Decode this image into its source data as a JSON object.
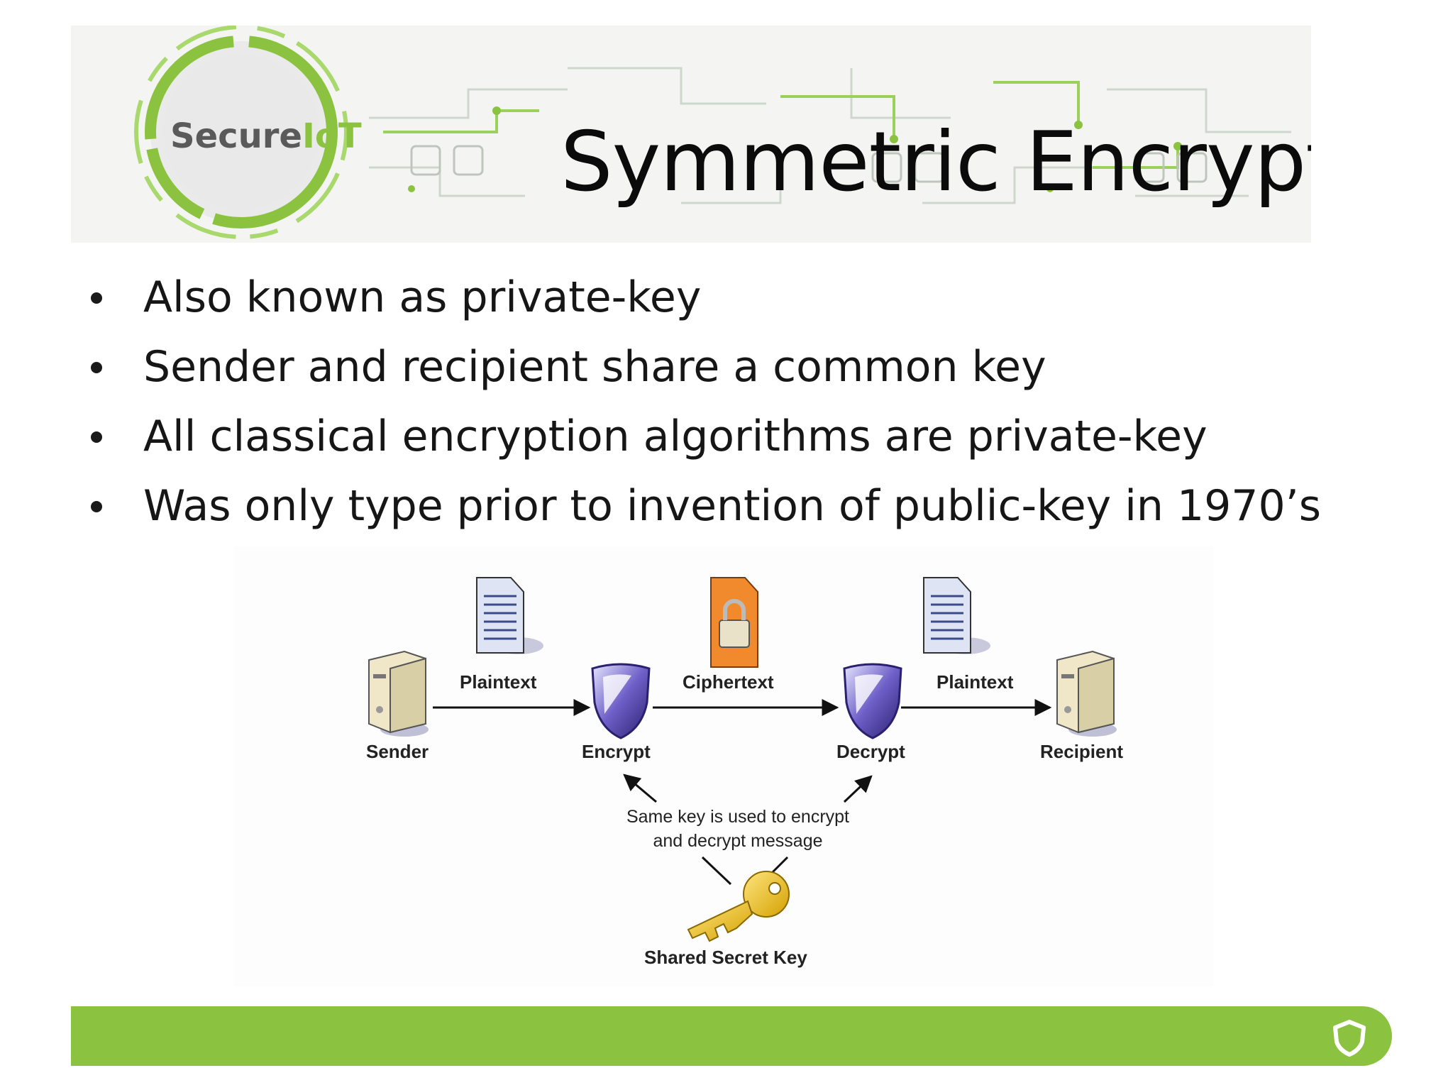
{
  "banner": {
    "logo_text_main": "Secure",
    "logo_text_accent": "IoT",
    "title": "Symmetric Encryption",
    "accent_color": "#8bc340"
  },
  "bullets": [
    "Also known as private-key",
    "Sender and recipient share a common key",
    "All classical encryption algorithms are private-key",
    "Was only type prior to invention of public-key in 1970’s"
  ],
  "diagram": {
    "nodes": {
      "sender": "Sender",
      "encrypt": "Encrypt",
      "decrypt": "Decrypt",
      "recipient": "Recipient"
    },
    "edges": {
      "plaintext_in": "Plaintext",
      "ciphertext": "Ciphertext",
      "plaintext_out": "Plaintext"
    },
    "note_line1": "Same key is used to encrypt",
    "note_line2": "and decrypt message",
    "key_label": "Shared Secret Key"
  },
  "footer": {
    "color": "#8bc340",
    "icon": "shield-icon"
  }
}
